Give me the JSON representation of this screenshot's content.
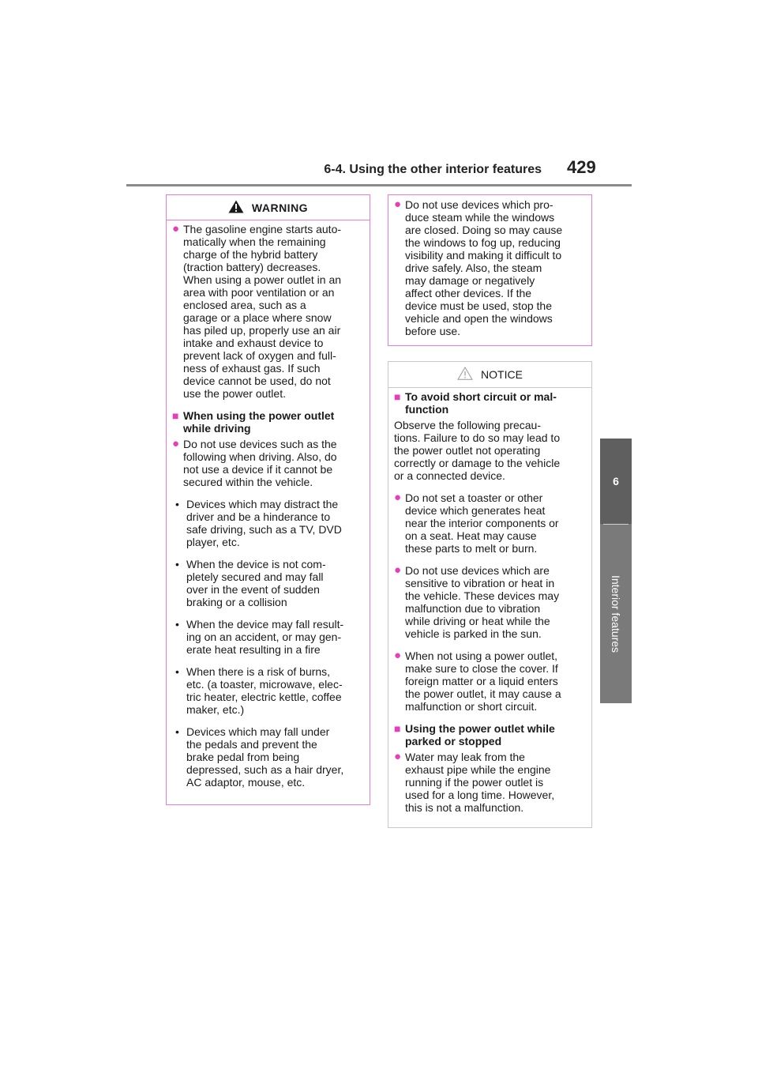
{
  "header": {
    "section_title": "6-4. Using the other interior features",
    "page_number": "429"
  },
  "side_tab": {
    "chapter_number": "6",
    "chapter_title": "Interior features"
  },
  "icons": {
    "warning": "warning-triangle-filled-icon",
    "notice": "warning-triangle-outline-icon",
    "bullet": "circle-bullet-icon",
    "heading": "square-bullet-icon"
  },
  "colors": {
    "warning_border": "#f07ad8",
    "bullet_accent": "#e83db8",
    "notice_border": "#c8c8c8",
    "side_tab": "#7a7a7a"
  },
  "warning": {
    "title": "WARNING",
    "bullet_1": "The gasoline engine starts auto-\nmatically when the remaining\ncharge of the hybrid battery\n(traction battery) decreases.\nWhen using a power outlet in an\narea with poor ventilation or an\nenclosed area, such as a\ngarage or a place where snow\nhas piled up, properly use an air\nintake and exhaust device to\nprevent lack of oxygen and full-\nness of exhaust gas. If such\ndevice cannot be used, do not\nuse the power outlet.",
    "heading_1": "When using the power outlet\nwhile driving",
    "bullet_2": "Do not use devices such as the\nfollowing when driving. Also, do\nnot use a device if it cannot be\nsecured within the vehicle.",
    "dash_items": [
      "Devices which may distract the\ndriver and be a hinderance to\nsafe driving, such as a TV, DVD\nplayer, etc.",
      "When the device is not com-\npletely secured and may fall\nover in the event of sudden\nbraking or a collision",
      "When the device may fall result-\ning on an accident, or may gen-\nerate heat resulting in a fire",
      "When there is a risk of burns,\netc. (a toaster, microwave, elec-\ntric heater, electric kettle, coffee\nmaker, etc.)",
      "Devices which may fall under\nthe pedals and prevent the\nbrake pedal from being\ndepressed, such as a hair dryer,\nAC adaptor, mouse, etc."
    ]
  },
  "warning_cont": {
    "bullet_1": "Do not use devices which pro-\nduce steam while the windows\nare closed. Doing so may cause\nthe windows to fog up, reducing\nvisibility and making it difficult to\ndrive safely. Also, the steam\nmay damage or negatively\naffect other devices. If the\ndevice must be used, stop the\nvehicle and open the windows\nbefore use."
  },
  "notice": {
    "title": "NOTICE",
    "heading_1": "To avoid short circuit or mal-\nfunction",
    "para_1": "Observe the following precau-\ntions. Failure to do so may lead to\nthe power outlet not operating\ncorrectly or damage to the vehicle\nor a connected device.",
    "bullet_1": "Do not set a toaster or other\ndevice which generates heat\nnear the interior components or\non a seat. Heat may cause\nthese parts to melt or burn.",
    "bullet_2": "Do not use devices which are\nsensitive to vibration or heat in\nthe vehicle. These devices may\nmalfunction due to vibration\nwhile driving or heat while the\nvehicle is parked in the sun.",
    "bullet_3": "When not using a power outlet,\nmake sure to close the cover. If\nforeign matter or a liquid enters\nthe power outlet, it may cause a\nmalfunction or short circuit.",
    "heading_2": "Using the power outlet while\nparked or stopped",
    "bullet_4": "Water may leak from the\nexhaust pipe while the engine\nrunning if the power outlet is\nused for a long time. However,\nthis is not a malfunction."
  },
  "glyphs": {
    "bullet": "●",
    "heading": "■",
    "dash": "•"
  }
}
